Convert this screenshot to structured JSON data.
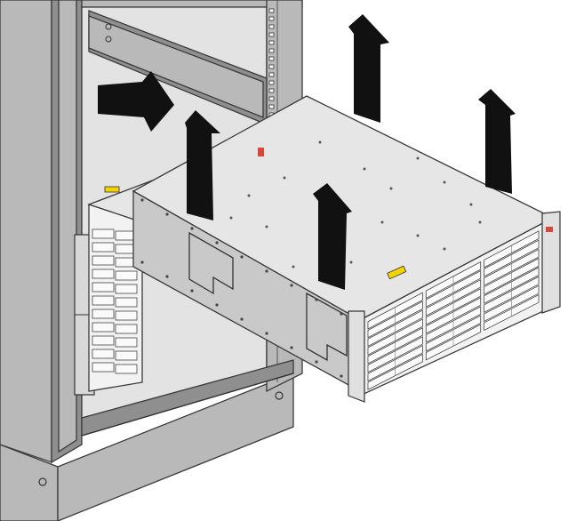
{
  "figure": {
    "colors": {
      "background": "#ffffff",
      "rack_frame": "#b9b9b9",
      "rack_shadow": "#8f8f8f",
      "rack_inner": "#e3e3e3",
      "chassis_top": "#e6e6e6",
      "chassis_side": "#c9c9c9",
      "drive_bay": "#f2f2f2",
      "outline": "#3a3a3a",
      "arrow_fill": "#111111",
      "warning_label": "#f2d400",
      "status_led": "#d9463a"
    },
    "icons": [
      "lift-up-arrow",
      "push-in-arrow",
      "warning-label",
      "status-led"
    ],
    "drive_rows": 4,
    "drive_columns": 3
  }
}
